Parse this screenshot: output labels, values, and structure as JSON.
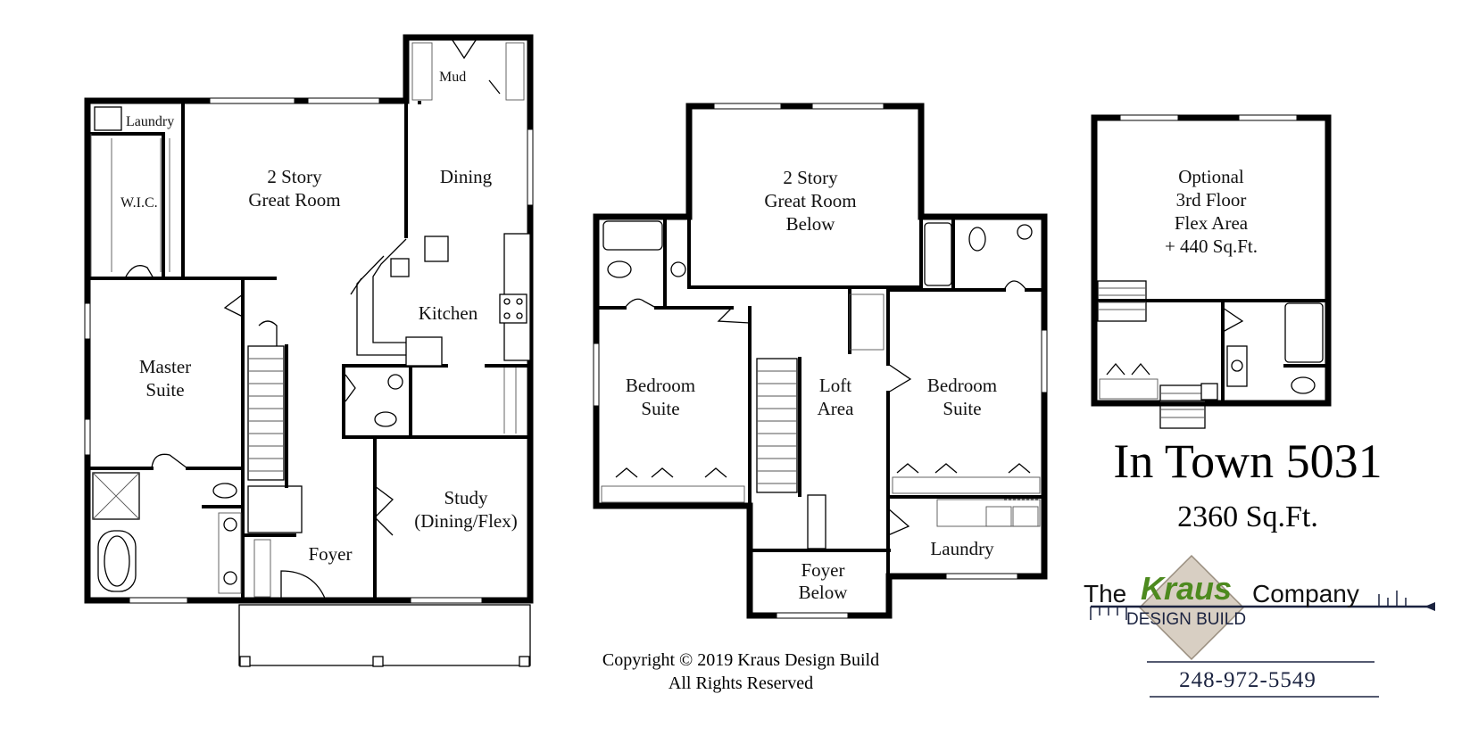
{
  "first_floor": {
    "laundry": "Laundry",
    "wic": "W.I.C.",
    "great_room_line1": "2 Story",
    "great_room_line2": "Great Room",
    "mud": "Mud",
    "dining": "Dining",
    "kitchen": "Kitchen",
    "master_line1": "Master",
    "master_line2": "Suite",
    "study_line1": "Study",
    "study_line2": "(Dining/Flex)",
    "foyer": "Foyer"
  },
  "second_floor": {
    "great_room_line1": "2 Story",
    "great_room_line2": "Great Room",
    "great_room_line3": "Below",
    "bedroom_left_line1": "Bedroom",
    "bedroom_left_line2": "Suite",
    "loft_line1": "Loft",
    "loft_line2": "Area",
    "bedroom_right_line1": "Bedroom",
    "bedroom_right_line2": "Suite",
    "laundry": "Laundry",
    "foyer_line1": "Foyer",
    "foyer_line2": "Below"
  },
  "third_floor": {
    "flex_line1": "Optional",
    "flex_line2": "3rd Floor",
    "flex_line3": "Flex Area",
    "flex_line4": "+ 440 Sq.Ft."
  },
  "title": {
    "name": "In Town 5031",
    "sqft": "2360 Sq.Ft."
  },
  "brand": {
    "the": "The",
    "kraus": "Kraus",
    "company": "Company",
    "sub": "DESIGN BUILD",
    "phone": "248-972-5549",
    "accent_color": "#4d8a1f",
    "navy_color": "#1b2340"
  },
  "copyright": {
    "line1": "Copyright © 2019 Kraus Design Build",
    "line2": "All Rights Reserved"
  }
}
